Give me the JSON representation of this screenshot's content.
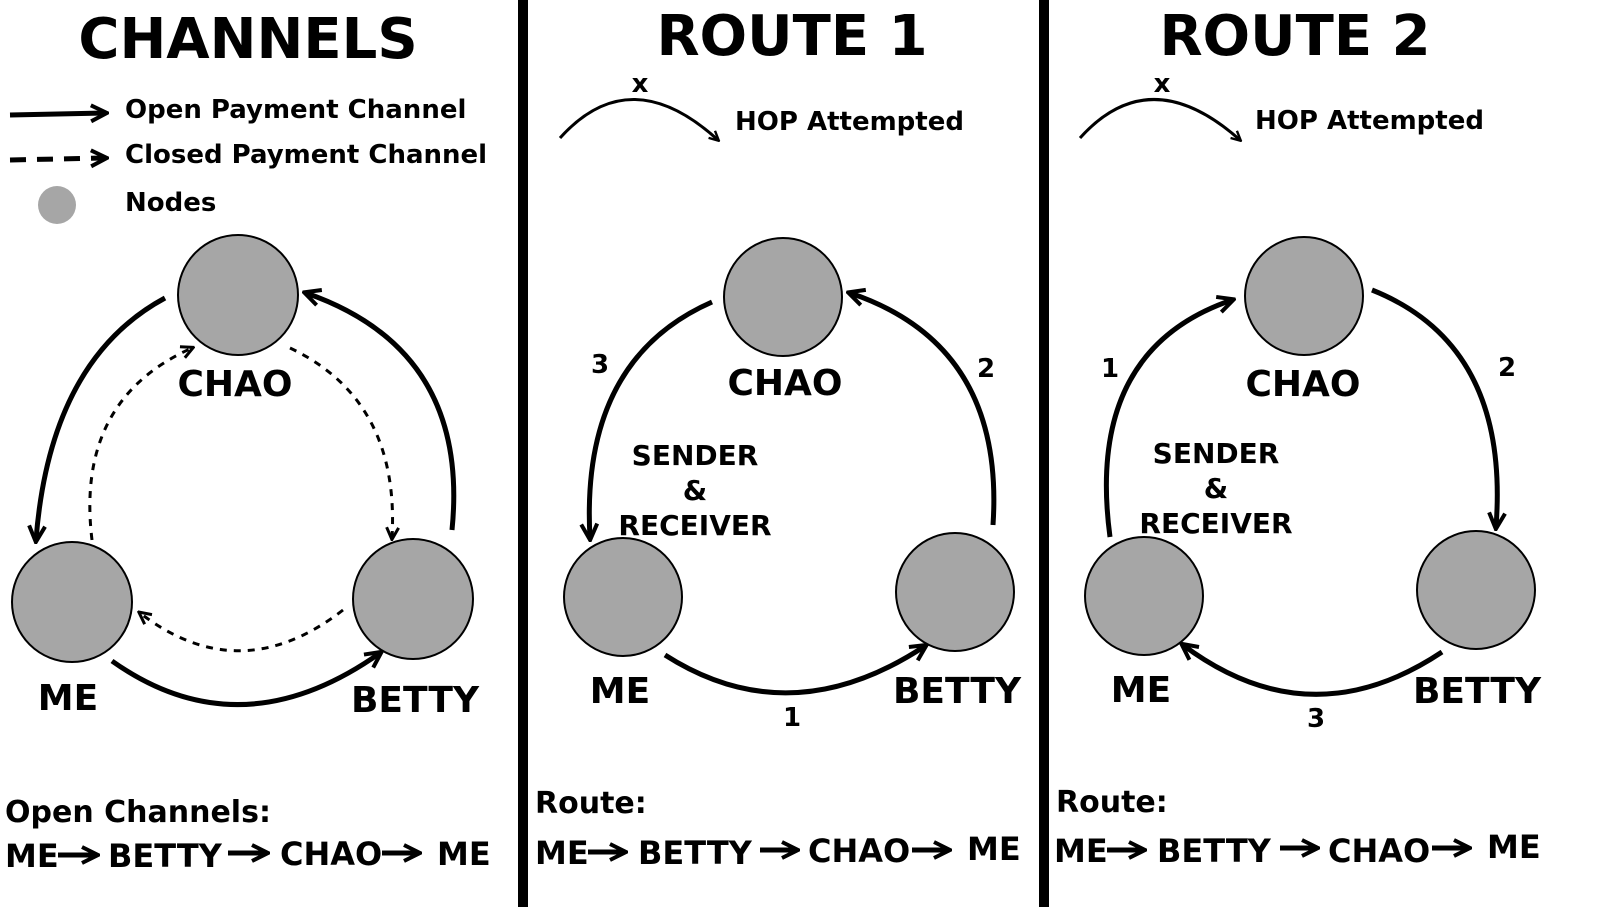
{
  "colors": {
    "node_fill": "#a6a6a6",
    "divider": "#000000",
    "background": "#ffffff"
  },
  "panels": {
    "channels": {
      "title": "CHANNELS",
      "legend": {
        "open": "Open Payment Channel",
        "closed": "Closed Payment Channel",
        "nodes": "Nodes"
      },
      "nodes": {
        "top": "CHAO",
        "left": "ME",
        "right": "BETTY"
      },
      "footer_title": "Open Channels:",
      "sequence": [
        "ME",
        "BETTY",
        "CHAO",
        "ME"
      ]
    },
    "route1": {
      "title": "ROUTE 1",
      "hop_x": "x",
      "hop_label": "HOP Attempted",
      "nodes": {
        "top": "CHAO",
        "left": "ME",
        "right": "BETTY"
      },
      "center": [
        "SENDER",
        "&",
        "RECEIVER"
      ],
      "hops": {
        "left": "3",
        "right": "2",
        "bottom": "1"
      },
      "footer_title": "Route:",
      "sequence": [
        "ME",
        "BETTY",
        "CHAO",
        "ME"
      ]
    },
    "route2": {
      "title": "ROUTE 2",
      "hop_x": "x",
      "hop_label": "HOP Attempted",
      "nodes": {
        "top": "CHAO",
        "left": "ME",
        "right": "BETTY"
      },
      "center": [
        "SENDER",
        "&",
        "RECEIVER"
      ],
      "hops": {
        "left": "1",
        "right": "2",
        "bottom": "3"
      },
      "footer_title": "Route:",
      "sequence": [
        "ME",
        "BETTY",
        "CHAO",
        "ME"
      ]
    }
  }
}
